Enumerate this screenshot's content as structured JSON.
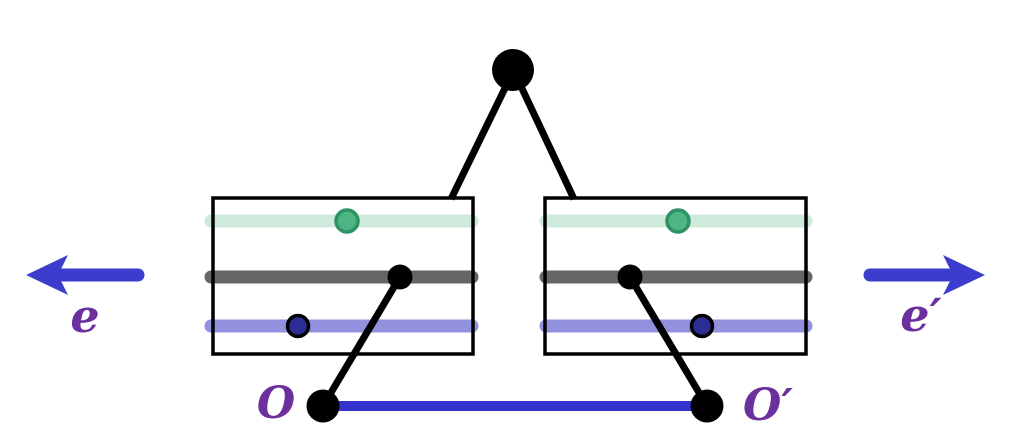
{
  "labels": {
    "left_edge": "e",
    "right_edge": "e′",
    "left_basepoint": "O",
    "right_basepoint": "O′"
  },
  "colors": {
    "black": "#000000",
    "mint_band": "#cdeadb",
    "gray_band": "#666666",
    "lavender_band": "#9191dd",
    "green_dot": "#4db584",
    "green_dot_border": "#2f9264",
    "navy_dot": "#2d2d96",
    "base_segment_blue": "#3333cc",
    "arrow_blue": "#3d3dcd",
    "label_purple": "#6b2f9e"
  }
}
